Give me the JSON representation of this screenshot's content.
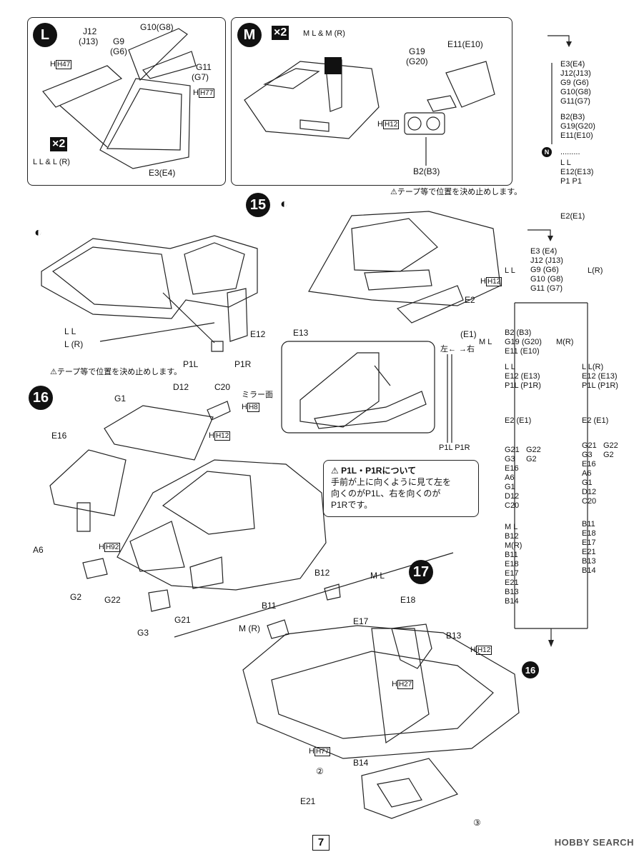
{
  "box_l": {
    "step": "L",
    "parts": [
      "J12",
      "(J13)",
      "G10(G8)",
      "G9",
      "(G6)",
      "G11",
      "(G7)",
      "E3(E4)"
    ],
    "refs": [
      "H47",
      "H77"
    ],
    "mult": "×2",
    "lr": "L L & L (R)"
  },
  "box_m": {
    "step": "M",
    "mult": "×2",
    "lr": "M L & M (R)",
    "parts": [
      "G19",
      "(G20)",
      "E11(E10)",
      "B2(B3)"
    ],
    "refs": [
      "H12"
    ]
  },
  "step15": {
    "num": "15",
    "tape_note": "⚠テープ等で位置を決め止めします。",
    "parts": [
      "E2",
      "(E1)",
      "E12",
      "E13",
      "P1L",
      "P1R",
      "L L",
      "L (R)"
    ],
    "refs": [
      "H12"
    ],
    "arrow_left": "左←",
    "arrow_right": "→右",
    "detail_parts": [
      "P1L P1R"
    ]
  },
  "step16": {
    "num": "16",
    "parts": [
      "G1",
      "D12",
      "C20",
      "E16",
      "A6",
      "G2",
      "G22",
      "G3",
      "G21"
    ],
    "mirror": "ミラー面",
    "refs": [
      "H8",
      "H12",
      "H92"
    ]
  },
  "p1_note": {
    "title": "P1L・P1Rについて",
    "lines": [
      "手前が上に向くように見て左を",
      "向くのがP1L、右を向くのが",
      "P1Rです。"
    ]
  },
  "step17": {
    "num": "17",
    "parts": [
      "B12",
      "M L",
      "E18",
      "B11",
      "M (R)",
      "E17",
      "B13",
      "B14",
      "E21"
    ],
    "refs": [
      "H12",
      "H27",
      "H77"
    ],
    "marks": [
      "②",
      "③"
    ]
  },
  "sequence": {
    "top": [
      "E3(E4)",
      "J12(J13)",
      "G9 (G6)",
      "G10(G8)",
      "G11(G7)"
    ],
    "mid": [
      "B2(B3)",
      "G19(G20)",
      "E11(E10)"
    ],
    "n_label": "N",
    "s15a": [
      "L L",
      "E12(E13)",
      "P1  P1"
    ],
    "s15b": "E2(E1)",
    "box2_parts": [
      "E3 (E4)",
      "J12 (J13)",
      "G9 (G6)",
      "G10 (G8)",
      "G11 (G7)"
    ],
    "box2_left": "L L",
    "box2_right": "L(R)",
    "m_parts": [
      "B2 (B3)",
      "G19 (G20)",
      "E11 (E10)"
    ],
    "m_left": "M L",
    "m_right": "M(R)",
    "colA_15": [
      "L L",
      "E12 (E13)",
      "P1L (P1R)"
    ],
    "colB_15": [
      "L L(R)",
      "E12 (E13)",
      "P1L (P1R)"
    ],
    "colA_e2": "E2 (E1)",
    "colB_e2": "E2 (E1)",
    "colA_16": [
      "G21",
      "G22",
      "G3",
      "G2",
      "E16",
      "A6",
      "G1",
      "D12",
      "C20"
    ],
    "colB_16": [
      "G21",
      "G22",
      "G3",
      "G2",
      "E16",
      "A6",
      "G1",
      "D12",
      "C20"
    ],
    "colA_17": [
      "M L",
      "B12",
      "M(R)",
      "B11",
      "E18",
      "E17",
      "E21",
      "B13",
      "B14"
    ],
    "colB_17": [
      "B11",
      "E18",
      "E17",
      "E21",
      "B13",
      "B14"
    ]
  },
  "footer": {
    "page": "7",
    "watermark": "HOBBY SEARCH"
  }
}
